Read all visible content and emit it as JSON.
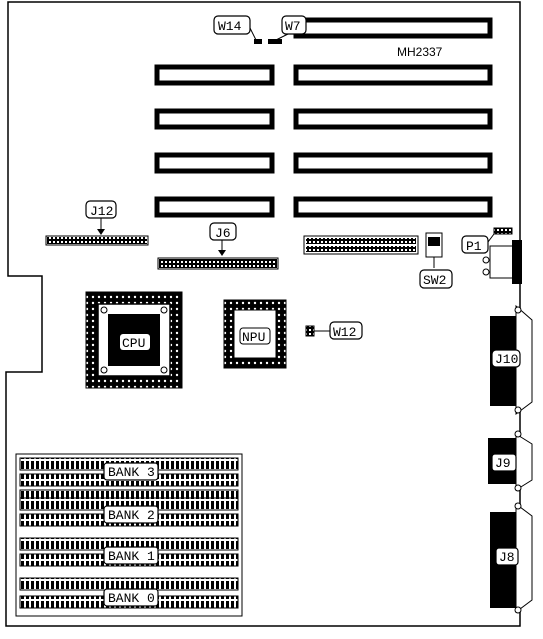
{
  "diagram_id": "MH2337",
  "labels": {
    "w14": "W14",
    "w7": "W7",
    "j12": "J12",
    "j6": "J6",
    "p1": "P1",
    "sw2": "SW2",
    "cpu": "CPU",
    "npu": "NPU",
    "w12": "W12",
    "j10": "J10",
    "j9": "J9",
    "j8": "J8"
  },
  "banks": [
    "BANK 3",
    "BANK 2",
    "BANK 1",
    "BANK 0"
  ]
}
